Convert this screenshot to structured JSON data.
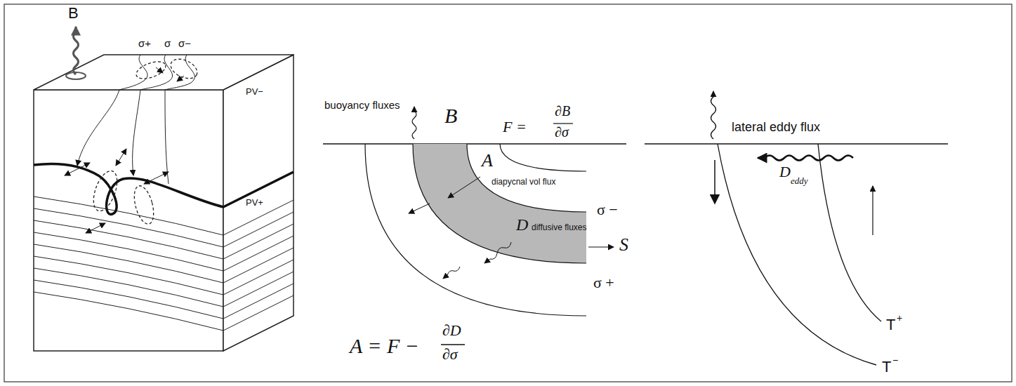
{
  "diagram": {
    "labels": [
      "B",
      "σ+",
      "σ",
      "σ−",
      "PV−",
      "PV+",
      "buoyancy fluxes",
      "B",
      "F =",
      "∂B",
      "∂σ",
      "A",
      "diapycnal vol flux",
      "D",
      "diffusive fluxes",
      "σ −",
      "σ +",
      "S",
      "A = F −",
      "∂D",
      "∂σ",
      "lateral eddy flux",
      "D",
      "eddy",
      "T",
      "+",
      "T",
      "−"
    ]
  }
}
